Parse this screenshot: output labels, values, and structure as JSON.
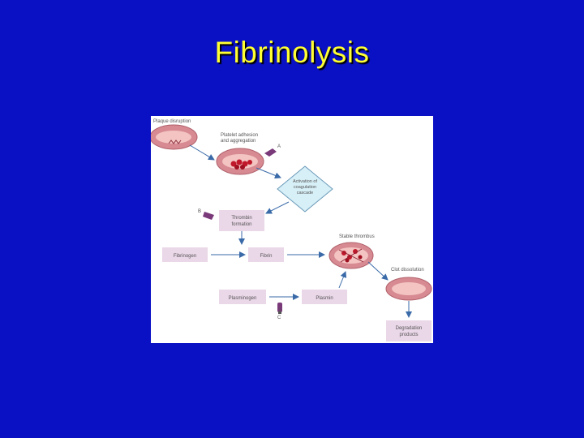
{
  "slide": {
    "title": "Fibrinolysis"
  },
  "diagram": {
    "labels": {
      "plaque_disruption": "Plaque disruption",
      "platelet_adhesion_1": "Platelet adhesion",
      "platelet_adhesion_2": "and aggregation",
      "activation_1": "Activation of",
      "activation_2": "coagulation",
      "activation_3": "cascade",
      "marker_a": "A",
      "marker_b": "B",
      "marker_c": "C",
      "thrombin_1": "Thrombin",
      "thrombin_2": "formation",
      "fibrinogen": "Fibrinogen",
      "fibrin": "Fibrin",
      "stable_thrombus": "Stable thrombus",
      "clot_dissolution": "Clot dissolution",
      "plasminogen": "Plasminogen",
      "plasmin": "Plasmin",
      "degradation_1": "Degradation",
      "degradation_2": "products"
    },
    "colors": {
      "slide_background": "#0a11c4",
      "title_text": "#ffff33",
      "box_fill": "#ead7e8",
      "diamond_fill": "#d7eff7",
      "vessel_wall": "#d78a92",
      "vessel_lumen": "#f3c4c2",
      "clot_red": "#c0182a",
      "arrow_blue": "#3a6aa8",
      "drug_purple": "#7a3a7a"
    }
  }
}
